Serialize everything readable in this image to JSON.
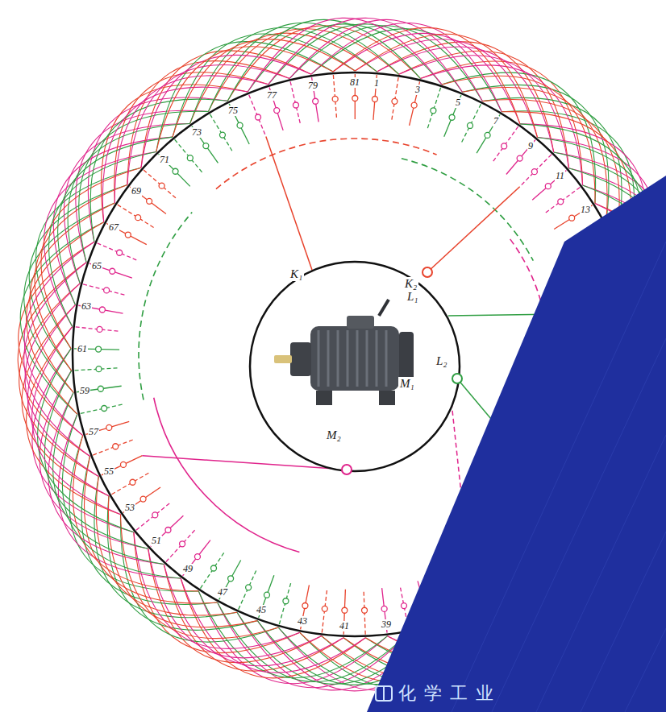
{
  "diagram": {
    "labels": [
      "79",
      "81",
      "1",
      "3",
      "5",
      "7",
      "9",
      "11",
      "13",
      "77",
      "75",
      "73",
      "71",
      "69",
      "67",
      "65",
      "63",
      "61",
      "59",
      "57",
      "55",
      "53",
      "51",
      "49",
      "47",
      "45",
      "43",
      "41",
      "39",
      "K₁",
      "K₂",
      "L₁",
      "L₂",
      "M₁",
      "M₂",
      "化学工业"
    ]
  }
}
